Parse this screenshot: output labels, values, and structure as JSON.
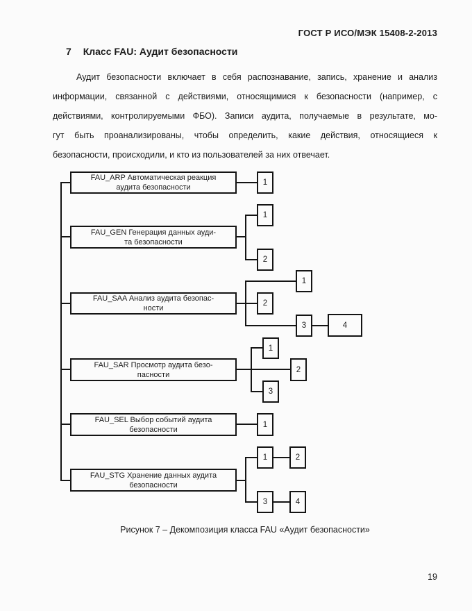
{
  "page": {
    "header": "ГОСТ Р ИСО/МЭК 15408-2-2013",
    "page_number": "19"
  },
  "section": {
    "number": "7",
    "title": "Класс FAU: Аудит безопасности"
  },
  "paragraph": {
    "lines": [
      "Аудит безопасности включает в себя распознавание, запись, хранение и анализ",
      "информации, связанной с действиями, относящимися к безопасности (например, с",
      "действиями, контролируемыми ФБО). Записи аудита, получаемые в результате, мо-",
      "гут быть проанализированы, чтобы определить, какие действия, относящиеся к",
      "безопасности, происходили, и кто из пользователей за них отвечает."
    ]
  },
  "diagram": {
    "families": [
      {
        "code": "FAU_ARP",
        "label_line1": "FAU_ARP Автоматическая реакция",
        "label_line2": "аудита безопасности",
        "components": [
          "1"
        ]
      },
      {
        "code": "FAU_GEN",
        "label_line1": "FAU_GEN Генерация данных ауди-",
        "label_line2": "та безопасности",
        "components": [
          "1",
          "2"
        ]
      },
      {
        "code": "FAU_SAA",
        "label_line1": "FAU_SAA Анализ аудита безопас-",
        "label_line2": "ности",
        "components": [
          "1",
          "2",
          "3",
          "4"
        ]
      },
      {
        "code": "FAU_SAR",
        "label_line1": "FAU_SAR Просмотр аудита безо-",
        "label_line2": "пасности",
        "components": [
          "1",
          "2",
          "3"
        ]
      },
      {
        "code": "FAU_SEL",
        "label_line1": "FAU_SEL Выбор событий аудита",
        "label_line2": "безопасности",
        "components": [
          "1"
        ]
      },
      {
        "code": "FAU_STG",
        "label_line1": "FAU_STG Хранение данных аудита",
        "label_line2": "безопасности",
        "components": [
          "1",
          "2",
          "3",
          "4"
        ]
      }
    ],
    "caption": "Рисунок 7 – Декомпозиция класса FAU «Аудит безопасности»"
  },
  "colors": {
    "ink": "#141414",
    "paper": "#fbfbfb"
  }
}
